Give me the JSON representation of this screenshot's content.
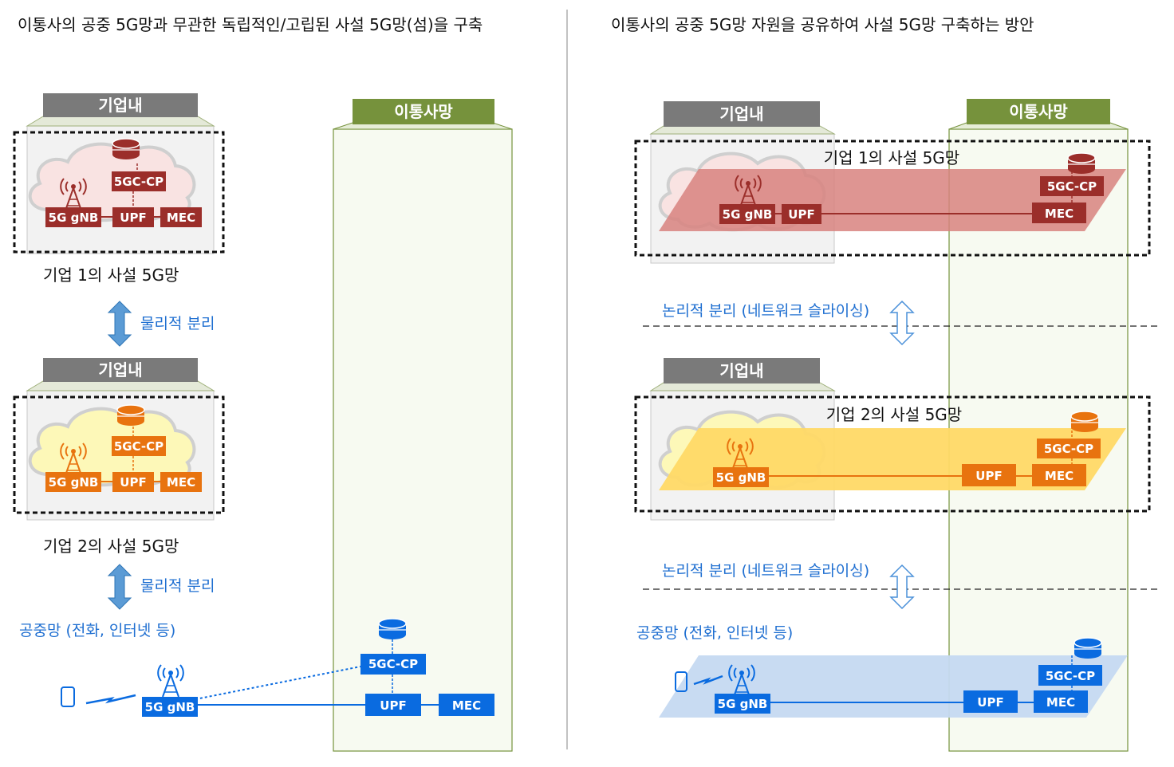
{
  "left": {
    "title": "이통사의 공중 5G망과 무관한 독립적인/고립된 사설 5G망(섬)을 구축",
    "enterprise1": {
      "header": "기업내",
      "name": "기업 1의 사설 5G망",
      "color": "#9b2e2a"
    },
    "separator1": "물리적 분리",
    "enterprise2": {
      "header": "기업내",
      "name": "기업 2의 사설 5G망",
      "color": "#e8730f"
    },
    "separator2": "물리적 분리",
    "public_label": "공중망 (전화, 인터넷 등)",
    "operator_header": "이통사망"
  },
  "right": {
    "title": "이통사의 공중 5G망 자원을 공유하여 사설 5G망 구축하는 방안",
    "enterprise1": {
      "header": "기업내",
      "name": "기업 1의 사설 5G망"
    },
    "separator1": "논리적 분리 (네트워크 슬라이싱)",
    "enterprise2": {
      "header": "기업내",
      "name": "기업 2의 사설 5G망"
    },
    "separator2": "논리적 분리 (네트워크 슬라이싱)",
    "public_label": "공중망 (전화, 인터넷 등)",
    "operator_header": "이통사망"
  },
  "nodes": {
    "gnb": "5G gNB",
    "upf": "UPF",
    "mec": "MEC",
    "cp": "5GC-CP"
  },
  "colors": {
    "header_gray": "#7a7a7a",
    "operator_green": "#76923c",
    "public_blue": "#0a6be0",
    "separator_blue": "#4a90d9"
  }
}
